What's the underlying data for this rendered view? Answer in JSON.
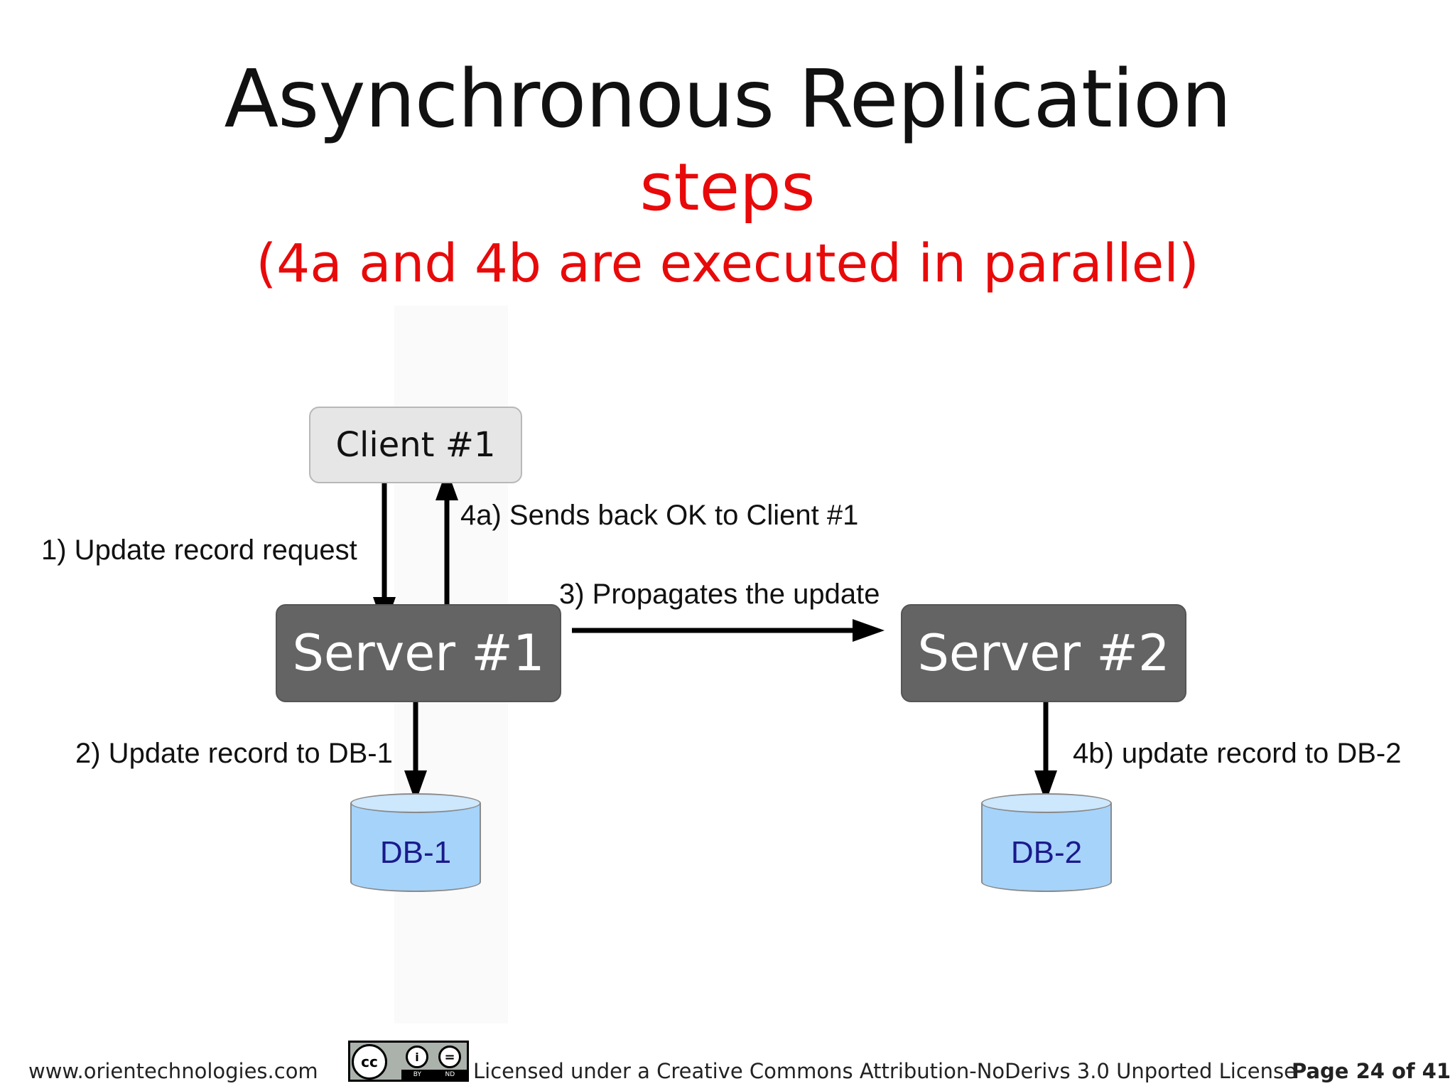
{
  "slide": {
    "title": "Asynchronous Replication",
    "subtitle": "steps",
    "note": "(4a and 4b are executed in parallel)"
  },
  "diagram": {
    "nodes": {
      "client1": "Client #1",
      "server1": "Server #1",
      "server2": "Server #2",
      "db1": "DB-1",
      "db2": "DB-2"
    },
    "edges": {
      "step1": "1) Update record request",
      "step4a": "4a) Sends back OK to Client #1",
      "step3": "3) Propagates the update",
      "step2": "2) Update record to DB-1",
      "step4b": "4b) update record to DB-2"
    }
  },
  "colors": {
    "title": "#111111",
    "accent_red": "#e80a0a",
    "server_fill": "#646464",
    "client_fill": "#e6e6e6",
    "db_fill": "#a6d3fa",
    "db_text": "#1a1a8c"
  },
  "footer": {
    "url": "www.orientechnologies.com",
    "license_badge": {
      "main": "cc",
      "by": "BY",
      "nd": "ND",
      "by_symbol": "i",
      "nd_symbol": "="
    },
    "license": "Licensed under a Creative Commons Attribution-NoDerivs 3.0 Unported License",
    "page": "Page 24 of 41"
  }
}
